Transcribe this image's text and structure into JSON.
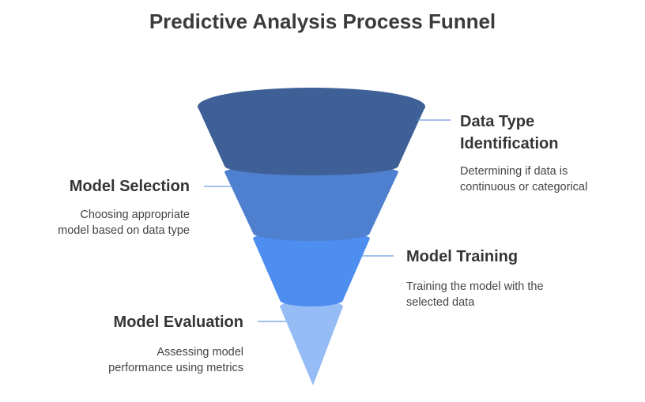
{
  "title": "Predictive Analysis Process Funnel",
  "colors": {
    "stage1": "#3f5f97",
    "stage2": "#4f80d0",
    "stage3": "#4d8ef0",
    "stage4": "#96bcf5",
    "connector": "#6b9be0"
  },
  "stages": [
    {
      "title_line1": "Data Type",
      "title_line2": "Identification",
      "desc_line1": "Determining if data is",
      "desc_line2": "continuous or categorical"
    },
    {
      "title": "Model Selection",
      "desc_line1": "Choosing appropriate",
      "desc_line2": "model based on data type"
    },
    {
      "title": "Model Training",
      "desc_line1": "Training the model with the",
      "desc_line2": "selected data"
    },
    {
      "title": "Model Evaluation",
      "desc_line1": "Assessing model",
      "desc_line2": "performance using metrics"
    }
  ]
}
